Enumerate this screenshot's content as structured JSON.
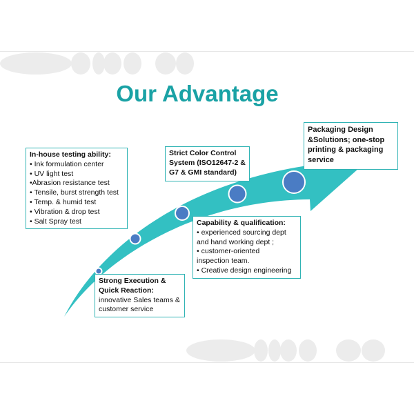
{
  "title": "Our Advantage",
  "colors": {
    "title": "#1aa2a5",
    "arrow": "#33c0c2",
    "circle_fill": "#4a7cc4",
    "circle_stroke": "#ffffff",
    "box_border": "#2fb3b4",
    "decor": "#ececec"
  },
  "boxes": {
    "testing": {
      "heading": "In-house testing ability:",
      "lines": [
        "• Ink formulation center",
        "• UV light test",
        "•Abrasion resistance test",
        "• Tensile, burst strength test",
        "• Temp. &  humid test",
        "• Vibration & drop test",
        "• Salt Spray test"
      ]
    },
    "color": {
      "heading_lines": [
        "Strict Color Control",
        "System (ISO12647-2 &",
        "G7 & GMI standard)"
      ]
    },
    "packaging": {
      "heading_lines": [
        "Packaging Design",
        "&Solutions;  one-stop",
        "printing & packaging",
        "service"
      ]
    },
    "capability": {
      "heading": "Capability & qualification:",
      "lines": [
        "•  experienced sourcing dept",
        "and hand working dept ;",
        "•  customer-oriented",
        "inspection team.",
        "• Creative design engineering"
      ]
    },
    "execution": {
      "heading_lines": [
        "Strong Execution &",
        "Quick Reaction:"
      ],
      "lines": [
        "innovative Sales teams &",
        "customer service"
      ]
    }
  }
}
